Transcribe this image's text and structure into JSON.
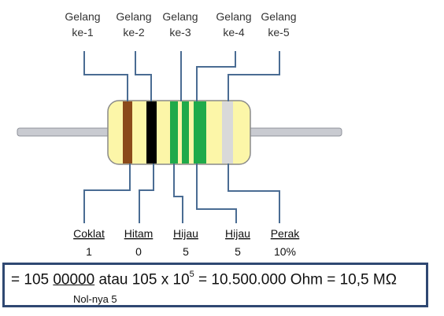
{
  "bands": [
    {
      "top_line1": "Gelang",
      "top_line2": "ke-1",
      "color_name": "Coklat",
      "value": "1",
      "color": "#8b4a1a"
    },
    {
      "top_line1": "Gelang",
      "top_line2": "ke-2",
      "color_name": "Hitam",
      "value": "0",
      "color": "#000000"
    },
    {
      "top_line1": "Gelang",
      "top_line2": "ke-3",
      "color_name": "Hijau",
      "value": "5",
      "color": "#1faa4a"
    },
    {
      "top_line1": "Gelang",
      "top_line2": "ke-4",
      "color_name": "Hijau",
      "value": "5",
      "color": "#1faa4a"
    },
    {
      "top_line1": "Gelang",
      "top_line2": "ke-5",
      "color_name": "Perak",
      "value": "10%",
      "color": "#d9d9d9"
    }
  ],
  "formula": {
    "prefix": "= 105 ",
    "zeros": "00000",
    "middle": " atau 105 x 10",
    "exponent": "5",
    "suffix": " = 10.500.000 Ohm = 10,5 MΩ",
    "zeros_label": "Nol-nya 5"
  },
  "colors": {
    "resistor_body": "#fcf6a8",
    "lead": "#c9cbd1",
    "leader_line": "#4a6c93",
    "box_border": "#2f4872"
  }
}
